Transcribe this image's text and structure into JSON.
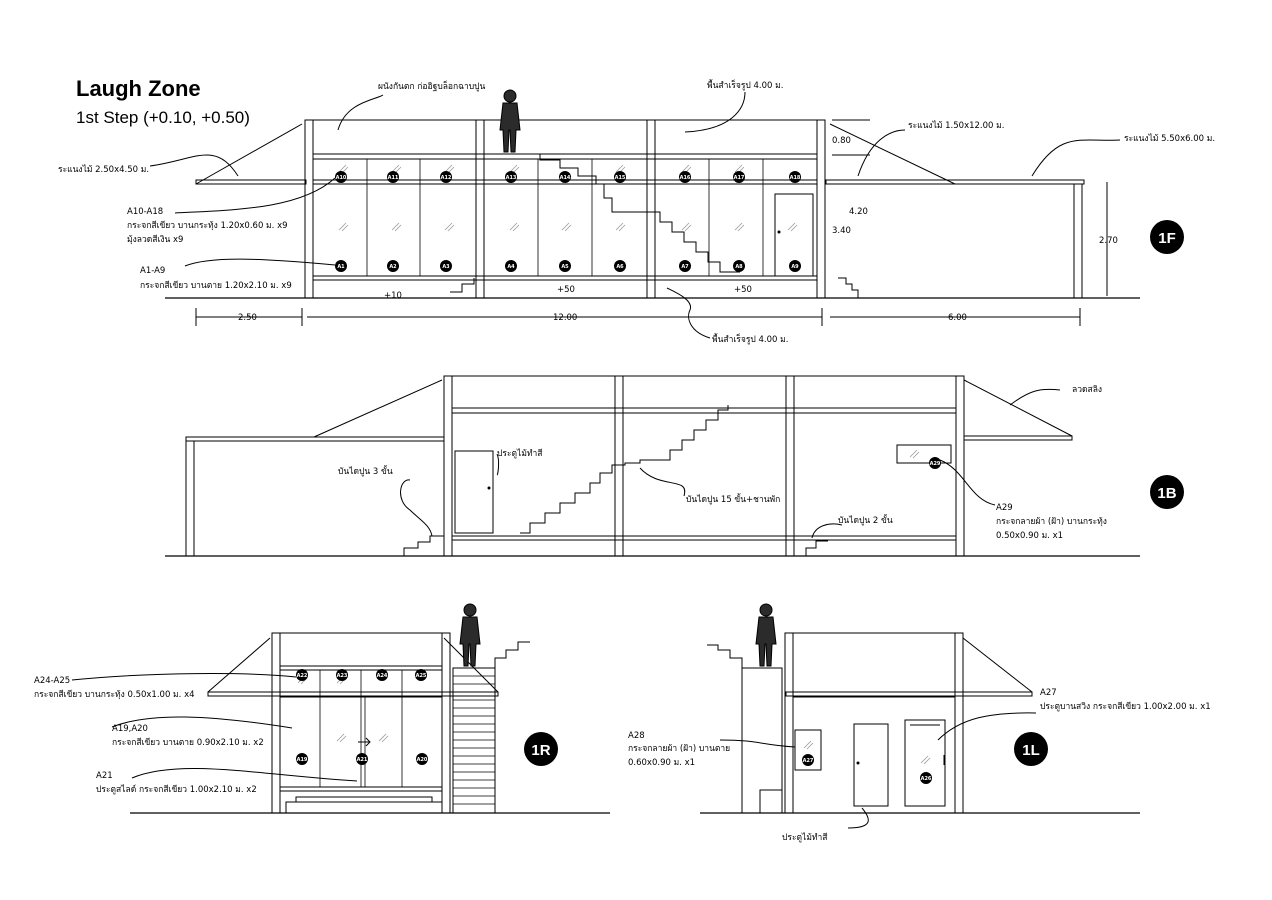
{
  "header": {
    "title": "Laugh Zone",
    "subtitle": "1st Step (+0.10, +0.50)"
  },
  "views": {
    "v1F": {
      "label": "1F",
      "notes": {
        "wall": "ผนังกันตก ก่ออิฐบล็อกฉาบปูน",
        "floor_top": "พื้นสำเร็จรูป 4.00 ม.",
        "floor_bottom": "พื้นสำเร็จรูป 4.00 ม.",
        "deck_left": "ระแนงไม้ 2.50x4.50 ม.",
        "deck_mid": "ระแนงไม้ 1.50x12.00 ม.",
        "deck_right": "ระแนงไม้ 5.50x6.00 ม.",
        "a10_code": "A10-A18",
        "a10_l1": "กระจกสีเขียว บานกระทุ้ง 1.20x0.60 ม. x9",
        "a10_l2": "มุ้งลวดสีเงิน x9",
        "a1_code": "A1-A9",
        "a1_l1": "กระจกสีเขียว บานตาย 1.20x2.10 ม. x9"
      },
      "dims": {
        "w_left": "2.50",
        "w_mid": "12.00",
        "w_right": "6.00",
        "h1": "0.80",
        "h2": "4.20",
        "h3": "3.40",
        "h4": "2.70",
        "lvl1": "+10",
        "lvl2": "+50",
        "lvl3": "+50"
      },
      "tags_top": [
        "A10",
        "A11",
        "A12",
        "A13",
        "A14",
        "A15",
        "A16",
        "A17",
        "A18"
      ],
      "tags_bottom": [
        "A1",
        "A2",
        "A3",
        "A4",
        "A5",
        "A6",
        "A7",
        "A8",
        "A9"
      ]
    },
    "v1B": {
      "label": "1B",
      "notes": {
        "roof": "ลวดสลิง",
        "door": "ประตูไม้ทำสี",
        "step3": "บันไดปูน 3 ขั้น",
        "stair15": "บันไดปูน 15 ขั้น+ชานพัก",
        "step2": "บันไดปูน 2 ขั้น",
        "a29_code": "A29",
        "a29_l1": "กระจกลายผ้า (ฝ้า) บานกระทุ้ง",
        "a29_l2": "0.50x0.90 ม. x1"
      },
      "tag": "A29"
    },
    "v1R": {
      "label": "1R",
      "notes": {
        "a24_code": "A24-A25",
        "a24_l1": "กระจกสีเขียว บานกระทุ้ง 0.50x1.00 ม. x4",
        "a19_code": "A19,A20",
        "a19_l1": "กระจกสีเขียว บานตาย 0.90x2.10 ม. x2",
        "a21_code": "A21",
        "a21_l1": "ประตูสไลด์ กระจกสีเขียว 1.00x2.10 ม. x2"
      },
      "tags_top": [
        "A22",
        "A23",
        "A24",
        "A25"
      ],
      "tags_bottom": [
        "A19",
        "A21",
        "A20"
      ]
    },
    "v1L": {
      "label": "1L",
      "notes": {
        "a28_code": "A28",
        "a28_l1": "กระจกลายผ้า (ฝ้า) บานตาย",
        "a28_l2": "0.60x0.90 ม. x1",
        "a27_code": "A27",
        "a27_l1": "ประตูบานสวิง กระจกสีเขียว 1.00x2.00 ม. x1",
        "door": "ประตูไม้ทำสี"
      },
      "tags": [
        "A27",
        "A26"
      ]
    }
  },
  "colors": {
    "ink": "#000000",
    "hatch": "#9a9a9a",
    "figure": "#2b2b2b"
  }
}
